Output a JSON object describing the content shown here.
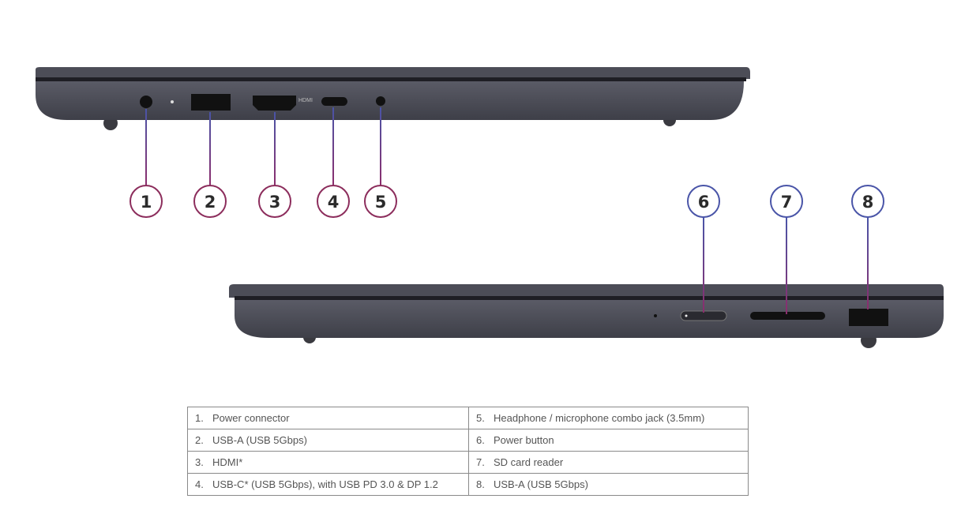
{
  "callouts": [
    "1",
    "2",
    "3",
    "4",
    "5",
    "6",
    "7",
    "8"
  ],
  "port_labels": {
    "hdmi": "HDMI"
  },
  "colors": {
    "circle": "#8c2d5c",
    "line_top": "#4a55a8",
    "line_bottom": "#8c2d6c",
    "chassis": "#4a4b55"
  },
  "table": {
    "rows": [
      [
        {
          "num": "1.",
          "text": "Power connector"
        },
        {
          "num": "5.",
          "text": "Headphone / microphone combo jack (3.5mm)"
        }
      ],
      [
        {
          "num": "2.",
          "text": "USB-A (USB 5Gbps)"
        },
        {
          "num": "6.",
          "text": "Power button"
        }
      ],
      [
        {
          "num": "3.",
          "text": "HDMI*"
        },
        {
          "num": "7.",
          "text": "SD card reader"
        }
      ],
      [
        {
          "num": "4.",
          "text": "USB-C* (USB 5Gbps), with USB PD 3.0 & DP 1.2"
        },
        {
          "num": "8.",
          "text": "USB-A (USB 5Gbps)"
        }
      ]
    ]
  }
}
